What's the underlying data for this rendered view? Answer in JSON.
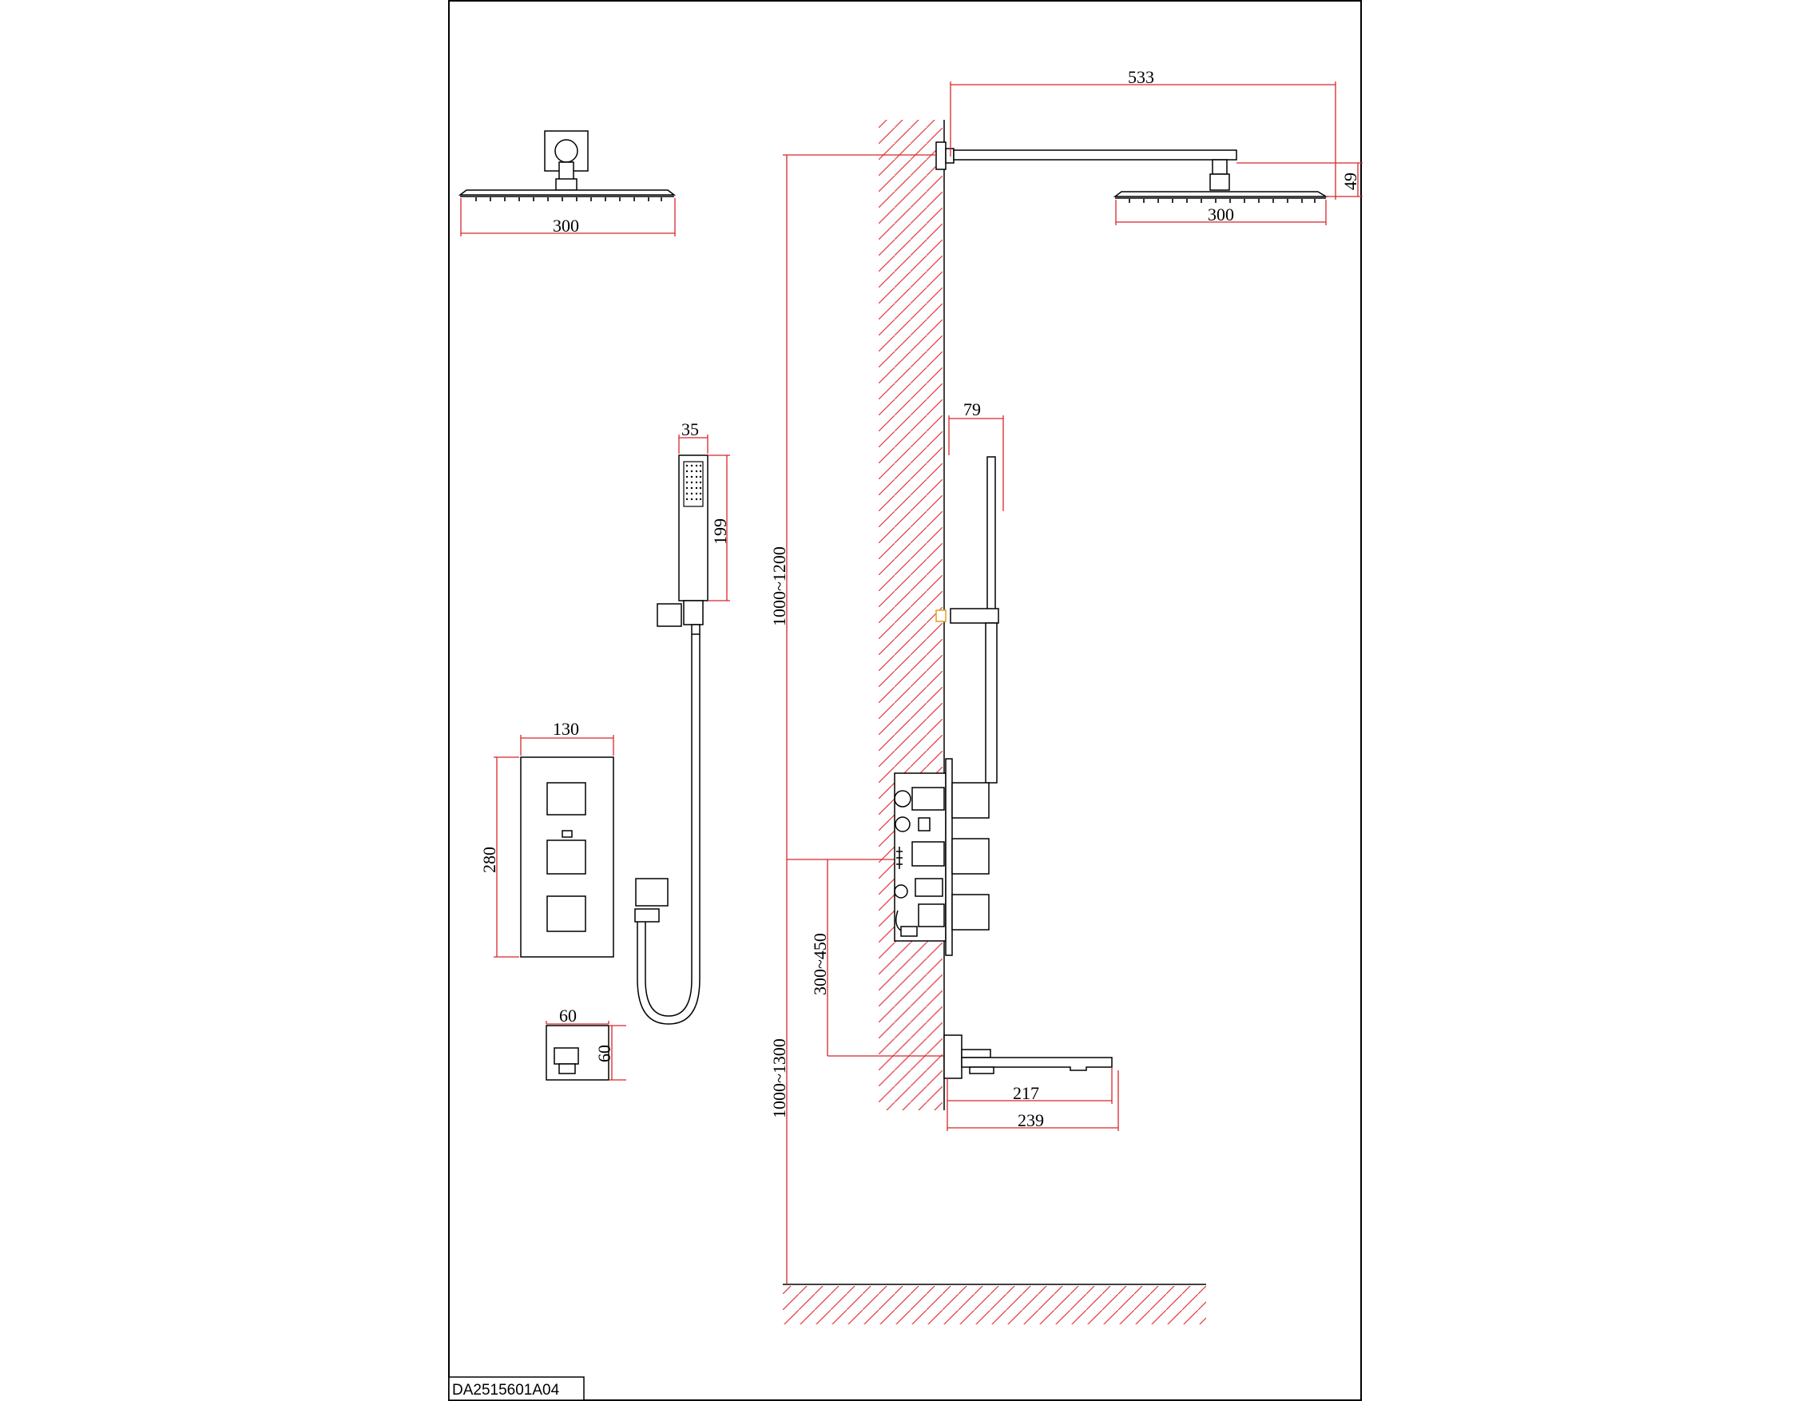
{
  "drawing_code": "DA2515601A04",
  "colors": {
    "dimension": "#d8262b",
    "hatch": "#e0393e",
    "line": "#000000",
    "background": "#ffffff"
  },
  "dimensions": {
    "top_showerhead_width": "300",
    "arm_length": "533",
    "arm_drop": "49",
    "side_showerhead_width": "300",
    "hand_shower_width": "35",
    "hand_shower_length": "199",
    "slide_bar_projection": "79",
    "showerhead_height_range": "1000~1200",
    "valve_plate_width": "130",
    "valve_plate_height": "280",
    "valve_spout_gap": "300~450",
    "spout_height_range": "1000~1300",
    "outlet_width": "60",
    "outlet_height": "60",
    "spout_length_inner": "217",
    "spout_length_outer": "239"
  }
}
